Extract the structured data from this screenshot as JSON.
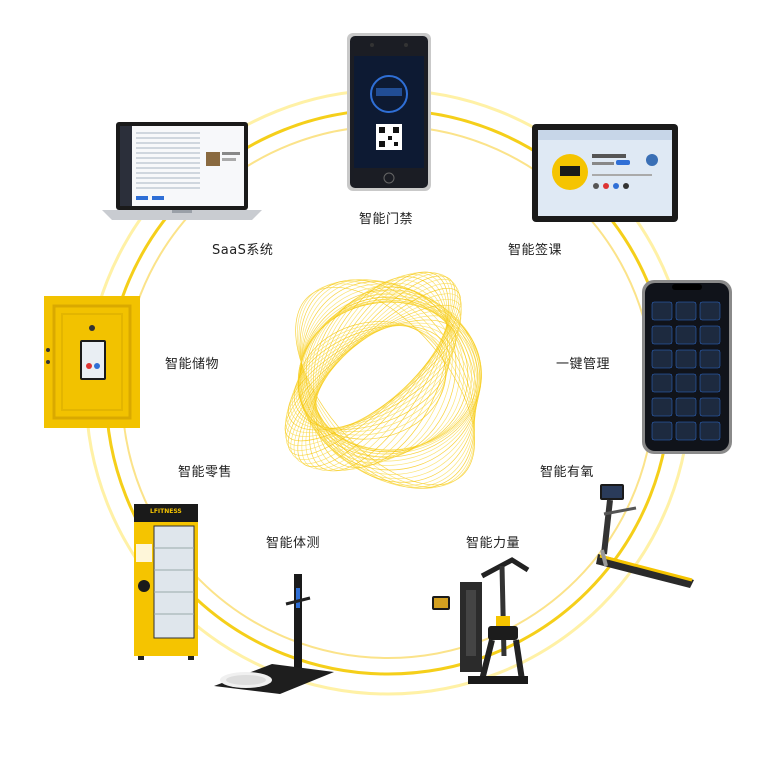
{
  "center_graphic": "yellow-wave-ring",
  "ring_color": "#F2C400",
  "nodes": [
    {
      "id": "access",
      "label": "智能门禁",
      "icon": "face-recognition-terminal"
    },
    {
      "id": "checkin",
      "label": "智能签课",
      "icon": "checkin-tablet"
    },
    {
      "id": "manage",
      "label": "一键管理",
      "icon": "smartphone-app"
    },
    {
      "id": "cardio",
      "label": "智能有氧",
      "icon": "treadmill"
    },
    {
      "id": "strength",
      "label": "智能力量",
      "icon": "strength-machine"
    },
    {
      "id": "body",
      "label": "智能体测",
      "icon": "body-composition-scale"
    },
    {
      "id": "retail",
      "label": "智能零售",
      "icon": "vending-fridge"
    },
    {
      "id": "storage",
      "label": "智能储物",
      "icon": "smart-locker"
    },
    {
      "id": "saas",
      "label": "SaaS系统",
      "icon": "laptop-dashboard"
    }
  ],
  "vending_brand": "LFITNESS"
}
